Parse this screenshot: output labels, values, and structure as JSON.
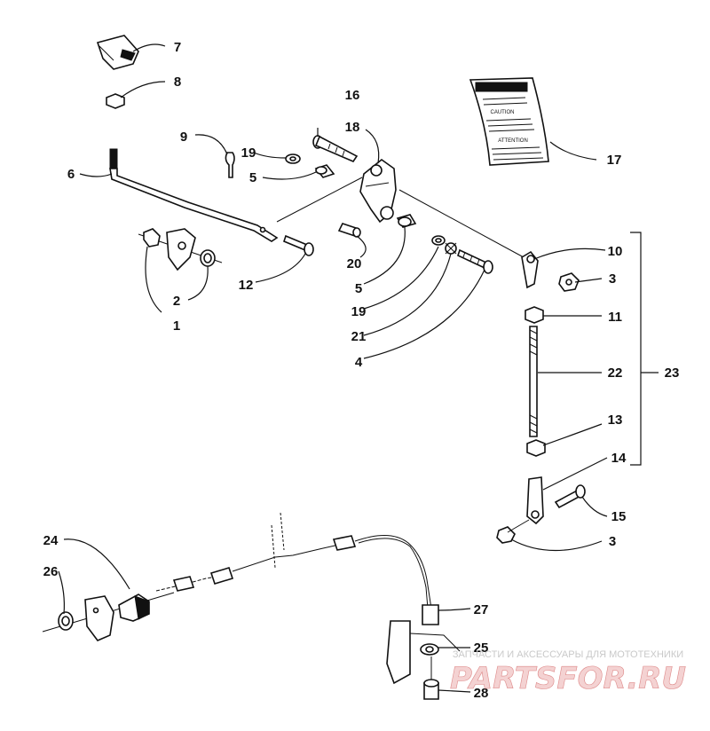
{
  "diagram": {
    "callouts": [
      "1",
      "2",
      "3",
      "3",
      "4",
      "5",
      "5",
      "6",
      "7",
      "8",
      "9",
      "10",
      "11",
      "12",
      "13",
      "14",
      "15",
      "16",
      "17",
      "18",
      "19",
      "19",
      "20",
      "21",
      "22",
      "23",
      "24",
      "25",
      "26",
      "27",
      "28"
    ]
  },
  "watermark": {
    "tagline": "ЗАПЧАСТИ И АКСЕССУАРЫ ДЛЯ МОТОТЕХНИКИ",
    "logo": "PARTSFOR.RU"
  },
  "decal": {
    "warning_word": "CAUTION",
    "attention_word": "ATTENTION"
  }
}
